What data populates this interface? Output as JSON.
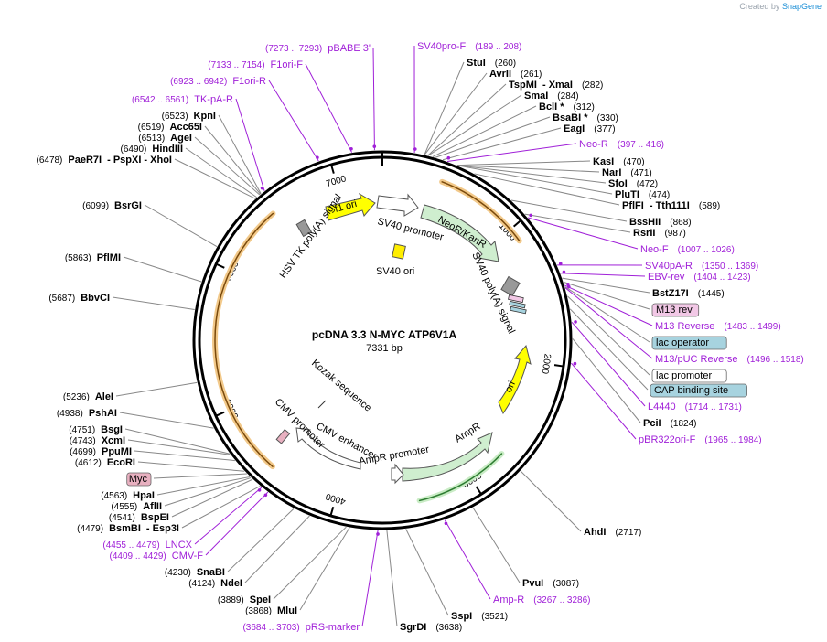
{
  "branding": {
    "created_by": "Created by",
    "product": "SnapGene"
  },
  "plasmid": {
    "name": "pcDNA 3.3 N-MYC ATP6V1A",
    "length": "7331 bp"
  },
  "ruler_ticks": [
    "1000",
    "2000",
    "3000",
    "4000",
    "5000",
    "6000",
    "7000"
  ],
  "colors": {
    "primer": "#a020d8",
    "f1_ori": "#ffff00",
    "ori": "#ffff00",
    "amp_r": "#cfeecf",
    "neo_r": "#cfeecf",
    "promoter": "#ffffff",
    "outline": "#000000",
    "orf_arc": "#d98a1c",
    "sv40_ori": "#ffee00",
    "polya": "#999999",
    "lac_operator": "#a7d3df",
    "cap_site": "#a7d3df",
    "m13_rev": "#f2c8e6",
    "myc": "#e8b0c0"
  },
  "features": [
    {
      "name": "f1-ori",
      "label": "f1 ori"
    },
    {
      "name": "sv40-promoter",
      "label": "SV40 promoter"
    },
    {
      "name": "neor-kanr",
      "label": "NeoR/KanR"
    },
    {
      "name": "sv40-ori",
      "label": "SV40 ori"
    },
    {
      "name": "hsv-tk-polya",
      "label": "HSV TK poly(A) signal"
    },
    {
      "name": "sv40-polya",
      "label": "SV40 poly(A) signal"
    },
    {
      "name": "ori",
      "label": "ori"
    },
    {
      "name": "ampr",
      "label": "AmpR"
    },
    {
      "name": "ampr-promoter",
      "label": "AmpR promoter"
    },
    {
      "name": "cmv-enhancer",
      "label": "CMV enhancer"
    },
    {
      "name": "cmv-promoter",
      "label": "CMV promoter"
    },
    {
      "name": "kozak",
      "label": "Kozak sequence"
    }
  ],
  "labels": [
    {
      "id": "stui",
      "name": "StuI",
      "pos": "(260)",
      "kind": "enz"
    },
    {
      "id": "avrii",
      "name": "AvrII",
      "pos": "(261)",
      "kind": "enz"
    },
    {
      "id": "tspmi",
      "name": "TspMI",
      "extra": "- XmaI",
      "pos": "(282)",
      "kind": "enz"
    },
    {
      "id": "smai",
      "name": "SmaI",
      "pos": "(284)",
      "kind": "enz"
    },
    {
      "id": "bcli",
      "name": "BclI *",
      "pos": "(312)",
      "kind": "enz"
    },
    {
      "id": "bsabi",
      "name": "BsaBI *",
      "pos": "(330)",
      "kind": "enz"
    },
    {
      "id": "eagi",
      "name": "EagI",
      "pos": "(377)",
      "kind": "enz"
    },
    {
      "id": "neo-r",
      "name": "Neo-R",
      "pos": "(397 .. 416)",
      "kind": "primer"
    },
    {
      "id": "kasi",
      "name": "KasI",
      "pos": "(470)",
      "kind": "enz"
    },
    {
      "id": "nari",
      "name": "NarI",
      "pos": "(471)",
      "kind": "enz"
    },
    {
      "id": "sfoi",
      "name": "SfoI",
      "pos": "(472)",
      "kind": "enz"
    },
    {
      "id": "plu",
      "name": "PluTI",
      "pos": "(474)",
      "kind": "enz"
    },
    {
      "id": "pflfi",
      "name": "PflFI",
      "extra": "- Tth111I",
      "pos": "(589)",
      "kind": "enz"
    },
    {
      "id": "bsshii",
      "name": "BssHII",
      "pos": "(868)",
      "kind": "enz"
    },
    {
      "id": "rsrii",
      "name": "RsrII",
      "pos": "(987)",
      "kind": "enz"
    },
    {
      "id": "neo-f",
      "name": "Neo-F",
      "pos": "(1007 .. 1026)",
      "kind": "primer"
    },
    {
      "id": "sv40pa-r",
      "name": "SV40pA-R",
      "pos": "(1350 .. 1369)",
      "kind": "primer"
    },
    {
      "id": "ebv-rev",
      "name": "EBV-rev",
      "pos": "(1404 .. 1423)",
      "kind": "primer"
    },
    {
      "id": "bstz17i",
      "name": "BstZ17I",
      "pos": "(1445)",
      "kind": "enz"
    },
    {
      "id": "m13-rev",
      "name": "M13 rev",
      "kind": "boxed-pink"
    },
    {
      "id": "m13-reverse",
      "name": "M13 Reverse",
      "pos": "(1483 .. 1499)",
      "kind": "primer"
    },
    {
      "id": "lac-operator",
      "name": "lac operator",
      "kind": "boxed-blue"
    },
    {
      "id": "m13-puc-reverse",
      "name": "M13/pUC Reverse",
      "pos": "(1496 .. 1518)",
      "kind": "primer"
    },
    {
      "id": "lac-promoter",
      "name": "lac promoter",
      "kind": "boxed-white"
    },
    {
      "id": "cap-site",
      "name": "CAP binding site",
      "kind": "boxed-blue"
    },
    {
      "id": "l4440",
      "name": "L4440",
      "pos": "(1714 .. 1731)",
      "kind": "primer"
    },
    {
      "id": "pcii",
      "name": "PciI",
      "pos": "(1824)",
      "kind": "enz"
    },
    {
      "id": "pbr322ori-f",
      "name": "pBR322ori-F",
      "pos": "(1965 .. 1984)",
      "kind": "primer"
    },
    {
      "id": "ahdi",
      "name": "AhdI",
      "pos": "(2717)",
      "kind": "enz"
    },
    {
      "id": "pvui",
      "name": "PvuI",
      "pos": "(3087)",
      "kind": "enz"
    },
    {
      "id": "amp-r",
      "name": "Amp-R",
      "pos": "(3267 .. 3286)",
      "kind": "primer"
    },
    {
      "id": "sspi",
      "name": "SspI",
      "pos": "(3521)",
      "kind": "enz"
    },
    {
      "id": "sgrdi",
      "name": "SgrDI",
      "pos": "(3638)",
      "kind": "enz"
    },
    {
      "id": "prs-marker",
      "name": "pRS-marker",
      "pos": "(3684 .. 3703)",
      "kind": "primer"
    },
    {
      "id": "mlui",
      "name": "MluI",
      "pos": "(3868)",
      "kind": "enz"
    },
    {
      "id": "spei",
      "name": "SpeI",
      "pos": "(3889)",
      "kind": "enz"
    },
    {
      "id": "ndei",
      "name": "NdeI",
      "pos": "(4124)",
      "kind": "enz"
    },
    {
      "id": "snabi",
      "name": "SnaBI",
      "pos": "(4230)",
      "kind": "enz"
    },
    {
      "id": "cmv-f",
      "name": "CMV-F",
      "pos": "(4409 .. 4429)",
      "kind": "primer"
    },
    {
      "id": "lncx",
      "name": "LNCX",
      "pos": "(4455 .. 4479)",
      "kind": "primer"
    },
    {
      "id": "bsmbi",
      "name": "BsmBI",
      "extra": "- Esp3I",
      "pos": "(4479)",
      "kind": "enz"
    },
    {
      "id": "bspei",
      "name": "BspEI",
      "pos": "(4541)",
      "kind": "enz"
    },
    {
      "id": "aflii",
      "name": "AflII",
      "pos": "(4555)",
      "kind": "enz"
    },
    {
      "id": "hpai",
      "name": "HpaI",
      "pos": "(4563)",
      "kind": "enz"
    },
    {
      "id": "myc",
      "name": "Myc",
      "kind": "boxed-myc"
    },
    {
      "id": "ecori",
      "name": "EcoRI",
      "pos": "(4612)",
      "kind": "enz"
    },
    {
      "id": "ppumi",
      "name": "PpuMI",
      "pos": "(4699)",
      "kind": "enz"
    },
    {
      "id": "xcmi",
      "name": "XcmI",
      "pos": "(4743)",
      "kind": "enz"
    },
    {
      "id": "bsgi",
      "name": "BsgI",
      "pos": "(4751)",
      "kind": "enz"
    },
    {
      "id": "pshai",
      "name": "PshAI",
      "pos": "(4938)",
      "kind": "enz"
    },
    {
      "id": "alei",
      "name": "AleI",
      "pos": "(5236)",
      "kind": "enz"
    },
    {
      "id": "bbvci",
      "name": "BbvCI",
      "pos": "(5687)",
      "kind": "enz"
    },
    {
      "id": "pflmi",
      "name": "PflMI",
      "pos": "(5863)",
      "kind": "enz"
    },
    {
      "id": "bsrgi",
      "name": "BsrGI",
      "pos": "(6099)",
      "kind": "enz"
    },
    {
      "id": "paer7i",
      "name": "PaeR7I",
      "extra": "- PspXI   - XhoI",
      "pos": "(6478)",
      "kind": "enz"
    },
    {
      "id": "hindiii",
      "name": "HindIII",
      "pos": "(6490)",
      "kind": "enz"
    },
    {
      "id": "agei",
      "name": "AgeI",
      "pos": "(6513)",
      "kind": "enz"
    },
    {
      "id": "acc65i",
      "name": "Acc65I",
      "pos": "(6519)",
      "kind": "enz"
    },
    {
      "id": "kpni",
      "name": "KpnI",
      "pos": "(6523)",
      "kind": "enz"
    },
    {
      "id": "tk-pa-r",
      "name": "TK-pA-R",
      "pos": "(6542 .. 6561)",
      "kind": "primer"
    },
    {
      "id": "f1ori-r",
      "name": "F1ori-R",
      "pos": "(6923 .. 6942)",
      "kind": "primer"
    },
    {
      "id": "f1ori-f",
      "name": "F1ori-F",
      "pos": "(7133 .. 7154)",
      "kind": "primer"
    },
    {
      "id": "pbabe-3",
      "name": "pBABE 3'",
      "pos": "(7273 .. 7293)",
      "kind": "primer"
    },
    {
      "id": "sv40pro-f",
      "name": "SV40pro-F",
      "pos": "(189 .. 208)",
      "kind": "primer"
    }
  ]
}
